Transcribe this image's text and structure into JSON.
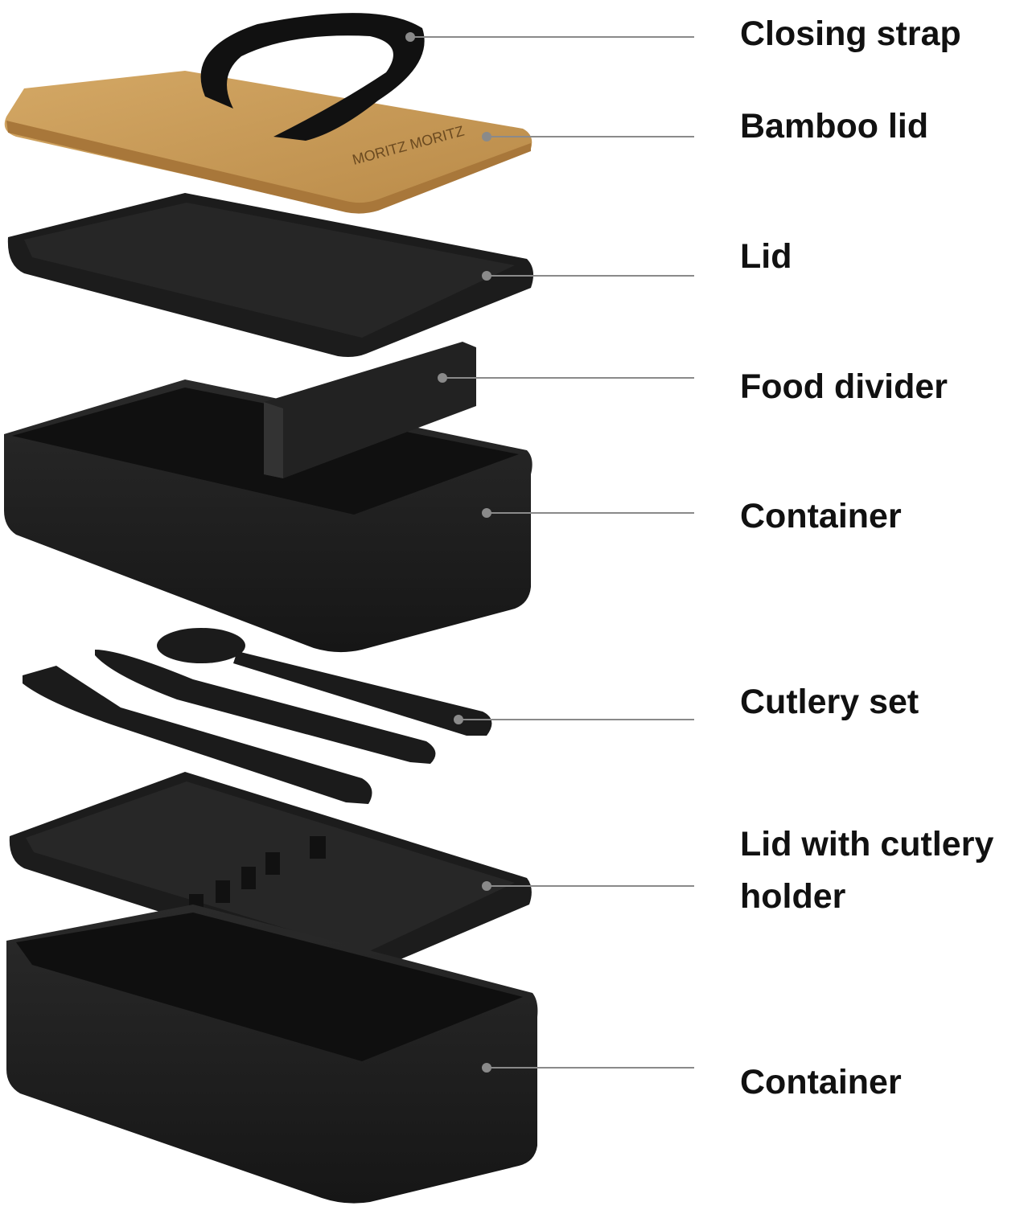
{
  "logo_text": "MORITZ MORITZ",
  "colors": {
    "plastic": "#1e1e1e",
    "bamboo": "#c99a55",
    "leader_line": "#8a8a8a",
    "label_text": "#111111"
  },
  "labels": [
    {
      "id": "closing-strap",
      "text": "Closing strap"
    },
    {
      "id": "bamboo-lid",
      "text": "Bamboo lid"
    },
    {
      "id": "lid",
      "text": "Lid"
    },
    {
      "id": "food-divider",
      "text": "Food divider"
    },
    {
      "id": "container-top",
      "text": "Container"
    },
    {
      "id": "cutlery-set",
      "text": "Cutlery set"
    },
    {
      "id": "lid-with-cutlery-holder",
      "line1": "Lid with cutlery",
      "line2": "holder"
    },
    {
      "id": "container-bottom",
      "text": "Container"
    }
  ]
}
